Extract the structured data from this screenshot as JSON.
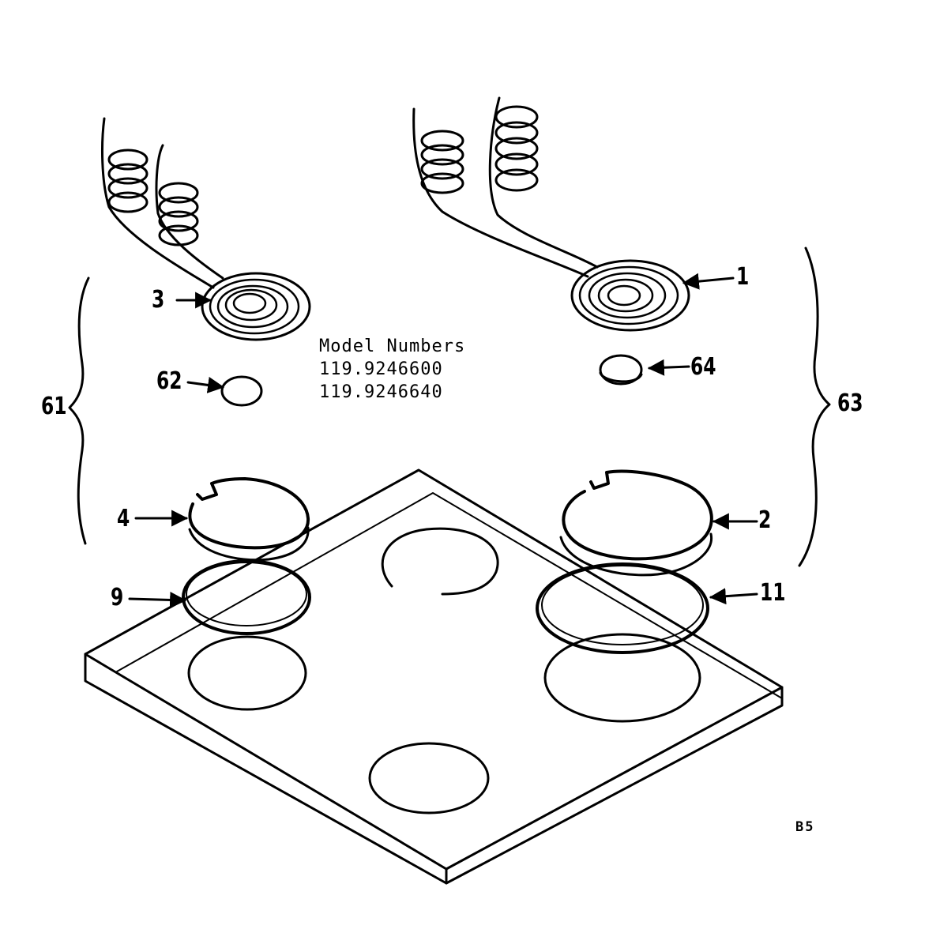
{
  "diagram": {
    "model_heading": "Model Numbers",
    "model_numbers": [
      "119.9246600",
      "119.9246640"
    ],
    "page_code": "B5",
    "callouts": {
      "surface_unit_right_rear": "1",
      "surface_unit_left_rear": "3",
      "drip_pan_right": "2",
      "drip_pan_left": "4",
      "trim_ring_left": "9",
      "trim_ring_right": "11",
      "assembly_left": "61",
      "reflector_left": "62",
      "assembly_right": "63",
      "reflector_right": "64"
    },
    "ink_color": "#000000",
    "paper_color": "#ffffff"
  }
}
